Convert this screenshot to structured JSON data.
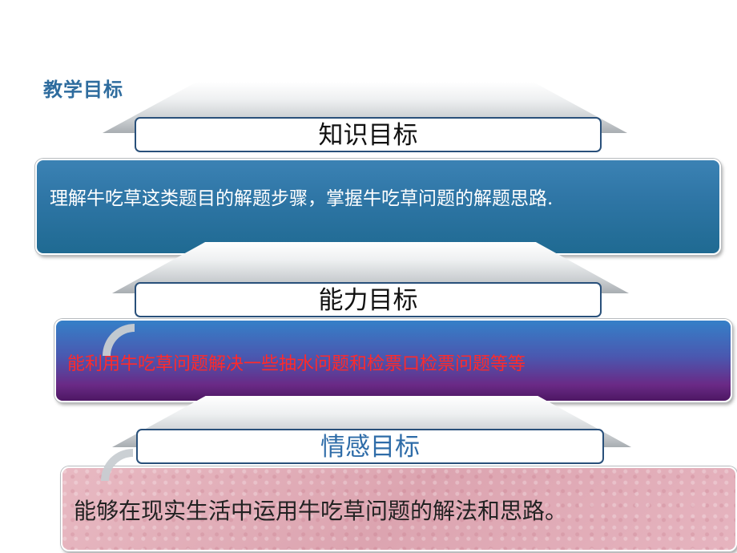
{
  "page": {
    "title": "教学目标"
  },
  "sections": [
    {
      "heading": "知识目标",
      "content": "理解牛吃草这类题目的解题步骤，掌握牛吃草问题的解题思路."
    },
    {
      "heading": "能力目标",
      "content": "能利用牛吃草问题解决一些抽水问题和检票口检票问题等等"
    },
    {
      "heading": "情感目标",
      "content": "能够在现实生活中运用牛吃草问题的解法和思路。"
    }
  ],
  "colors": {
    "title": "#2e6c9e",
    "heading_border": "#29507a",
    "section1_fill": "#2f76a6",
    "section2_fill_top": "#3580c8",
    "section2_fill_bottom": "#4d1763",
    "section2_text": "#ff2a2a",
    "section3_fill": "#dca4b0",
    "section3_heading_text": "#2e6ca8"
  }
}
